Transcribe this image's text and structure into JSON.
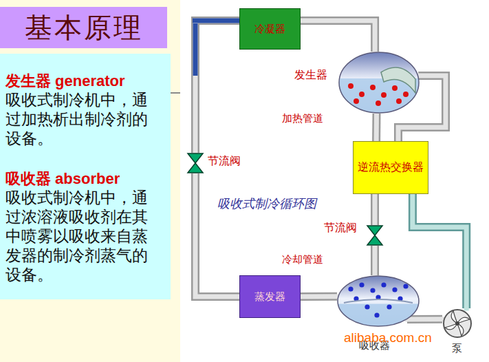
{
  "diagram": {
    "title": "基本原理",
    "nodes": [
      {
        "text": [
          "发生器 generator",
          "吸收式制冷机中，通过加热析出制冷剂的设备。",
          "吸收器 absorber",
          "吸收式制冷机中，通过浓溶液吸收剂在其中喷雾以吸收来自蒸发器的制冷剂蒸气的设备。"
        ]
      },
      {
        "text": [
          "冷凝器"
        ]
      },
      {
        "text": [
          "发生器"
        ]
      },
      {
        "text": [
          "节流阀"
        ]
      },
      {
        "text": [
          "逆流热交换器"
        ]
      },
      {
        "text": [
          "节流阀"
        ]
      },
      {
        "text": [
          "蒸发器"
        ]
      },
      {
        "text": [
          "吸收器"
        ]
      },
      {
        "text": [
          "泵"
        ]
      }
    ],
    "edges": [
      {
        "from": 2,
        "to": 1,
        "arrow": "none"
      },
      {
        "from": 1,
        "to": 3,
        "arrow": "none"
      },
      {
        "from": 3,
        "to": 6,
        "arrow": "none"
      },
      {
        "from": 6,
        "to": 7,
        "arrow": "none"
      },
      {
        "from": 7,
        "to": 8,
        "arrow": "none"
      },
      {
        "from": 8,
        "to": 4,
        "arrow": "none"
      },
      {
        "from": 4,
        "to": 5,
        "arrow": "none"
      },
      {
        "from": 5,
        "to": 7,
        "arrow": "none"
      },
      {
        "from": 4,
        "to": 2,
        "arrow": "none"
      },
      {
        "from": 2,
        "to": 4,
        "arrow": "none"
      }
    ],
    "labels": [
      "加热管道",
      "冷却管道",
      "吸收式制冷循环图",
      "alibaba.com.cn"
    ]
  }
}
